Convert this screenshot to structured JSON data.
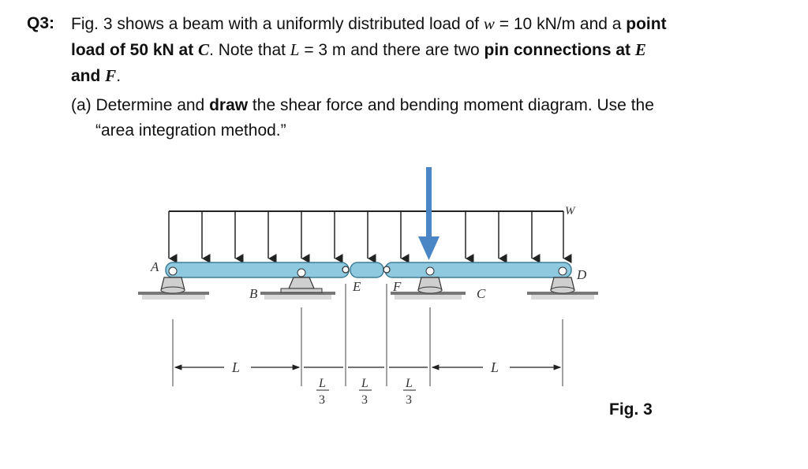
{
  "question": {
    "label": "Q3:",
    "t1": "Fig. 3 shows a beam with a uniformly distributed load of ",
    "w": "w",
    "t2": " = 10 kN/m and a ",
    "point": "point",
    "load": "load of 50 kN at ",
    "C": "C",
    "t3": ". Note that ",
    "L": "L",
    "t4": " = 3 m and there are two ",
    "pin": "pin connections at ",
    "E": "E",
    "and": "and ",
    "F": "F",
    "t5": "."
  },
  "part_a": {
    "t1": "(a) Determine and ",
    "draw": "draw",
    "t2": " the shear force and bending moment diagram. Use the",
    "t3": "“area integration method.”"
  },
  "figure": {
    "labels": {
      "A": "A",
      "B": "B",
      "E": "E",
      "F": "F",
      "C": "C",
      "D": "D",
      "w": "W"
    },
    "dims": {
      "L": "L",
      "L3": "L",
      "three": "3"
    },
    "caption": "Fig. 3",
    "colors": {
      "beam": "#8ec9e0",
      "beam_edge": "#3d7d96",
      "point_load": "#4a86c5",
      "support": "#cfcfcf",
      "ground": "#999999"
    }
  }
}
